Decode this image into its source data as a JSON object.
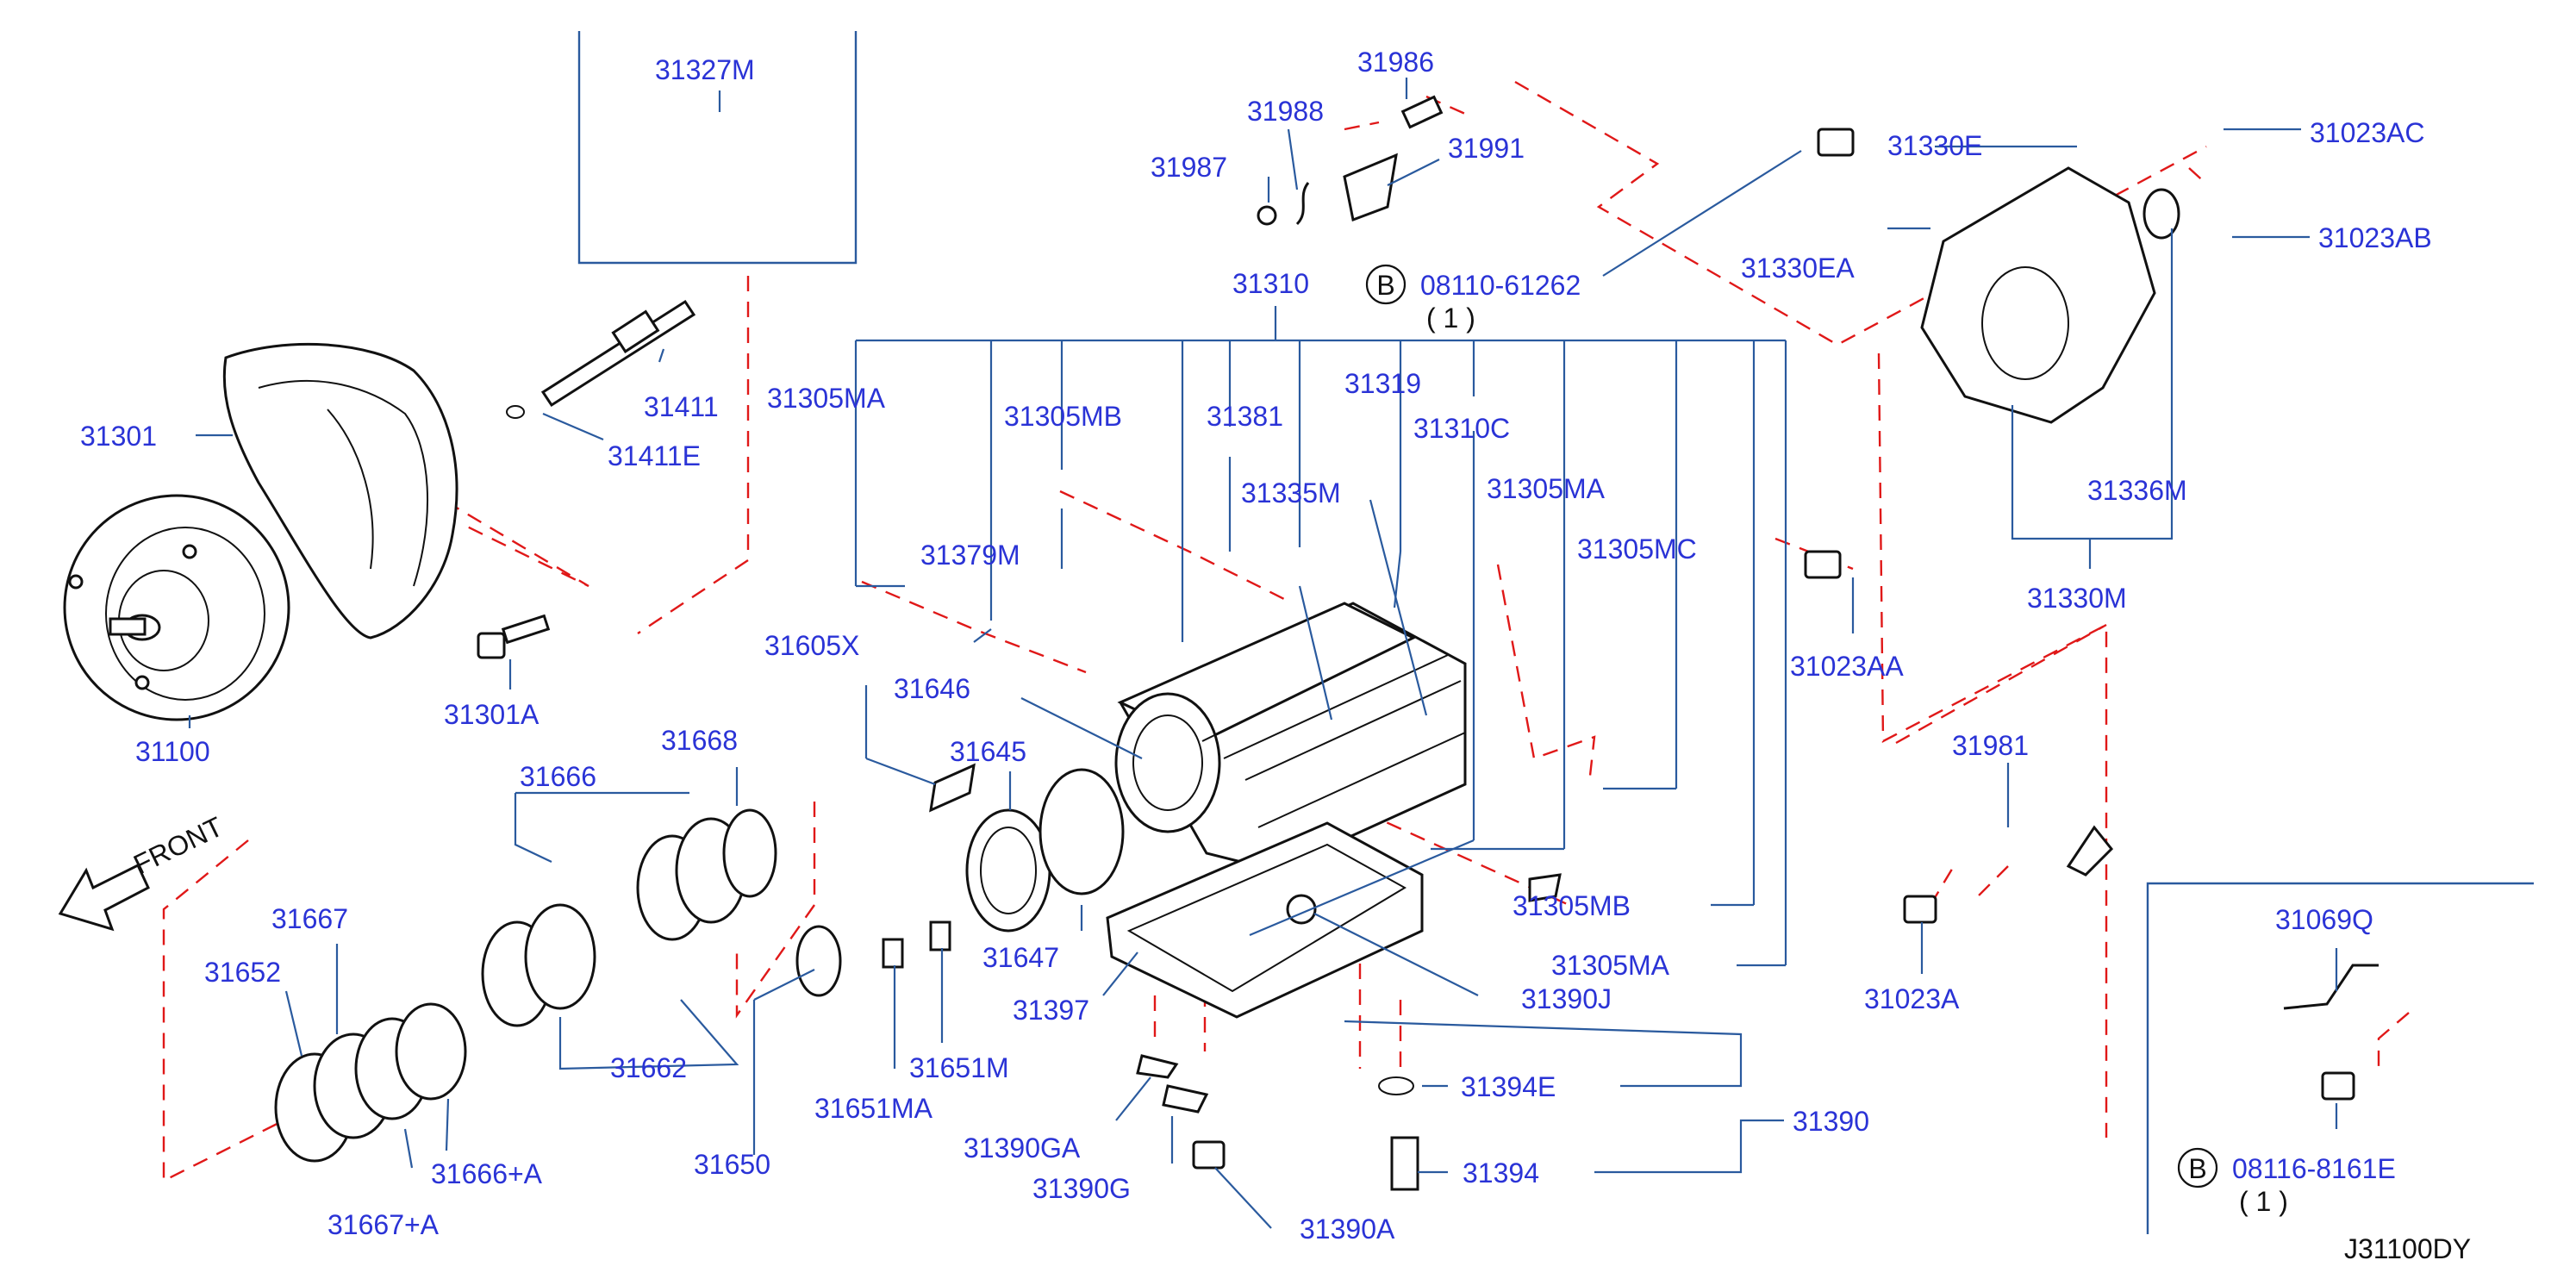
{
  "diagram_code": "J31100DY",
  "front_label": "FRONT",
  "colors": {
    "label": "#2a33d6",
    "leader": "#2a5a9e",
    "hidden_line": "#e01818",
    "part_outline": "#111111"
  },
  "bolt_refs": [
    {
      "letter": "B",
      "part": "08110-61262",
      "qty": "( 1 )"
    },
    {
      "letter": "B",
      "part": "08116-8161E",
      "qty": "( 1 )"
    }
  ],
  "labels": {
    "p31327M": "31327M",
    "p31986": "31986",
    "p31988": "31988",
    "p31987": "31987",
    "p31991": "31991",
    "p31310": "31310",
    "p31330E": "31330E",
    "p31023AC": "31023AC",
    "p31023AB": "31023AB",
    "p31330EA": "31330EA",
    "p31301": "31301",
    "p31411": "31411",
    "p31411E": "31411E",
    "p31305MA_1": "31305MA",
    "p31305MB_1": "31305MB",
    "p31381": "31381",
    "p31319": "31319",
    "p31310C": "31310C",
    "p31335M": "31335M",
    "p31305MA_2": "31305MA",
    "p31336M": "31336M",
    "p31379M": "31379M",
    "p31305MC": "31305MC",
    "p31330M": "31330M",
    "p31605X": "31605X",
    "p31646": "31646",
    "p31023AA": "31023AA",
    "p31301A": "31301A",
    "p31100": "31100",
    "p31668": "31668",
    "p31645": "31645",
    "p31981": "31981",
    "p31666": "31666",
    "p31305MB_2": "31305MB",
    "p31069Q": "31069Q",
    "p31667": "31667",
    "p31647": "31647",
    "p31305MA_3": "31305MA",
    "p31652": "31652",
    "p31390J": "31390J",
    "p31397": "31397",
    "p31023A": "31023A",
    "p31662": "31662",
    "p31651M": "31651M",
    "p31394E": "31394E",
    "p31651MA": "31651MA",
    "p31390": "31390",
    "p31390GA": "31390GA",
    "p31650": "31650",
    "p31666A": "31666+A",
    "p31394": "31394",
    "p31390G": "31390G",
    "p31667A": "31667+A",
    "p31390A": "31390A"
  }
}
